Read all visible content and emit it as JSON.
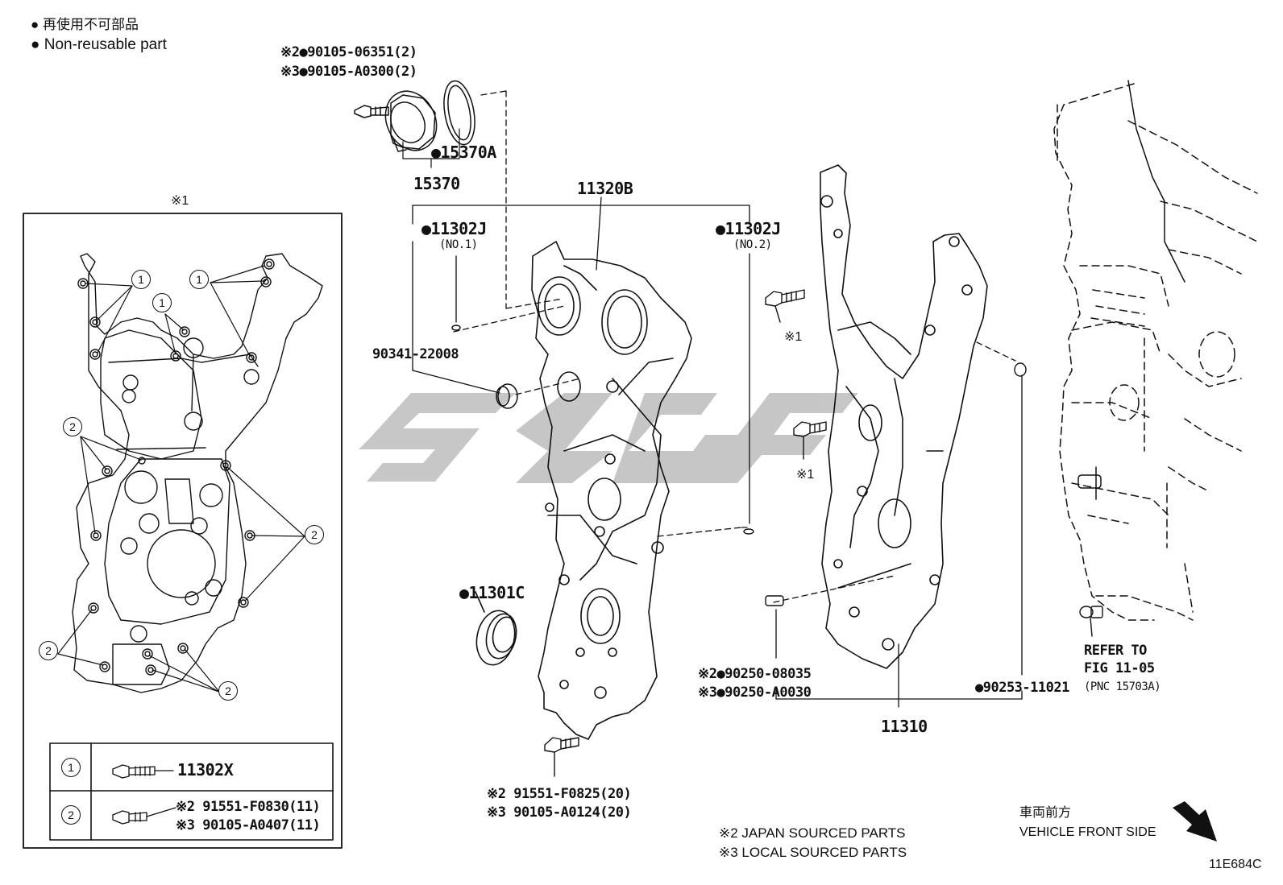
{
  "legend": {
    "marker": "●",
    "line1": "再使用不可部品",
    "line2": "Non-reusable part"
  },
  "box_title": "※1",
  "box_table": [
    {
      "ref": "1",
      "part": "11302X",
      "sub": []
    },
    {
      "ref": "2",
      "part": "",
      "sub": [
        "※2 91551-F0830(11)",
        "※3 90105-A0407(11)"
      ]
    }
  ],
  "callouts": {
    "c1": "1",
    "c2": "2"
  },
  "parts": {
    "p_top_a": "※2●90105-06351(2)",
    "p_top_b": "※3●90105-A0300(2)",
    "p_15370a": "●15370A",
    "p_15370": "15370",
    "p_11320b": "11320B",
    "p_11302j_1": "●11302J",
    "p_11302j_1_sub": "(NO.1)",
    "p_11302j_2": "●11302J",
    "p_11302j_2_sub": "(NO.2)",
    "p_90341": "90341-22008",
    "p_11301c": "●11301C",
    "p_bolt_a": "※2 91551-F0825(20)",
    "p_bolt_b": "※3 90105-A0124(20)",
    "p_x1_a": "※1",
    "p_x1_b": "※1",
    "p_90250_a": "※2●90250-08035",
    "p_90250_b": "※3●90250-A0030",
    "p_90253": "●90253-11021",
    "p_11310": "11310",
    "p_refer1": "REFER TO",
    "p_refer2": "FIG 11-05",
    "p_refer3": "(PNC 15703A)"
  },
  "notes": {
    "n1": "※2 JAPAN SOURCED PARTS",
    "n2": "※3 LOCAL SOURCED PARTS"
  },
  "direction": {
    "jp": "車両前方",
    "en": "VEHICLE FRONT SIDE"
  },
  "figure_id": "11E684C"
}
